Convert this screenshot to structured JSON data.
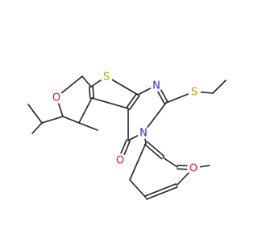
{
  "structure": {
    "atoms": [
      {
        "id": "S1",
        "label": "S"
      },
      {
        "id": "N1",
        "label": "N"
      },
      {
        "id": "S2",
        "label": "S"
      },
      {
        "id": "N2",
        "label": "N"
      },
      {
        "id": "O1",
        "label": "O"
      },
      {
        "id": "O2",
        "label": "O"
      },
      {
        "id": "O3",
        "label": "O"
      }
    ],
    "colors": {
      "S": "#b8a600",
      "N": "#2a2ad6",
      "O": "#e01e1e",
      "bond": "#222222"
    }
  }
}
